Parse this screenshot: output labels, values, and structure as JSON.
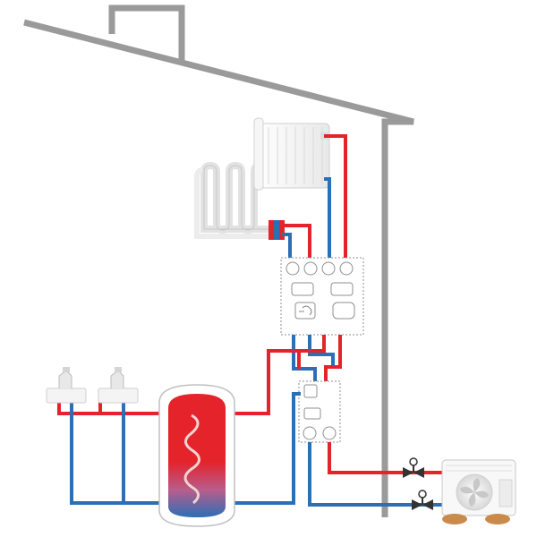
{
  "diagram": {
    "colors": {
      "background": "#ffffff",
      "house_outline": "#9a9a9a",
      "hot_pipe": "#e4232b",
      "cold_pipe": "#2c6fb5",
      "equipment_fill": "#ffffff",
      "equipment_border": "#8f8f8f",
      "tank_hot": "#e4232b",
      "tank_cold": "#2c6fb5",
      "radiator": "#f2f2f2",
      "floor_heating": "#e6e6e6",
      "heat_pump_feet": "#c98a4a",
      "valve": "#333333"
    },
    "components": [
      {
        "id": "house-outline",
        "icon": "roof-and-chimney"
      },
      {
        "id": "radiator",
        "icon": "panel-radiator-icon"
      },
      {
        "id": "floor-heating-loop",
        "icon": "underfloor-heating-icon"
      },
      {
        "id": "distribution-manifold",
        "icon": "manifold-icon"
      },
      {
        "id": "hydraulic-module",
        "icon": "hydraulic-module-icon"
      },
      {
        "id": "hot-water-tank",
        "icon": "water-tank-icon"
      },
      {
        "id": "sink-left",
        "icon": "faucet-icon"
      },
      {
        "id": "sink-right",
        "icon": "faucet-icon"
      },
      {
        "id": "outdoor-heat-pump",
        "icon": "fan-unit-icon"
      },
      {
        "id": "valve-supply",
        "icon": "valve-icon"
      },
      {
        "id": "valve-return",
        "icon": "valve-icon"
      }
    ]
  }
}
